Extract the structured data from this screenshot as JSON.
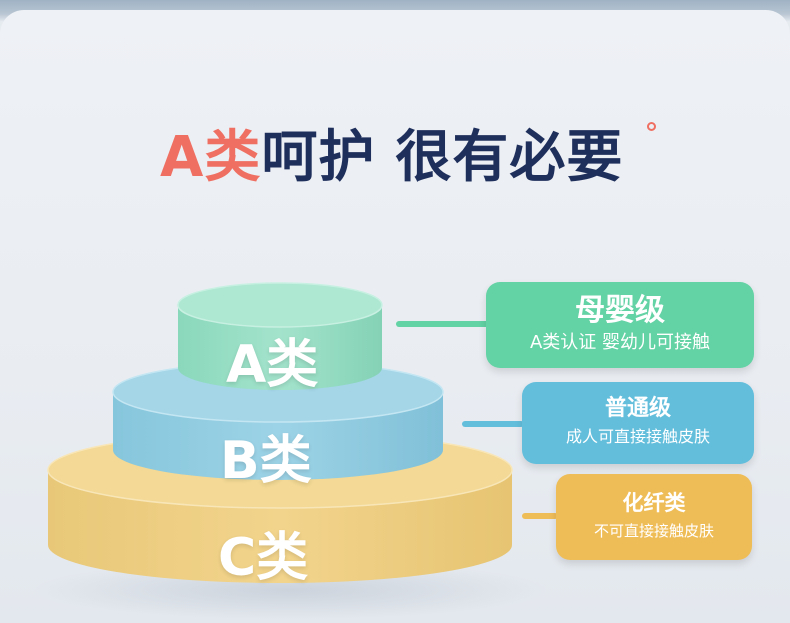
{
  "headline": {
    "accent": "A类",
    "part1": "呵护",
    "part2": "很有必要",
    "degree_mark": "°"
  },
  "tiers": [
    {
      "label": "A类",
      "color": "#8fdcc0"
    },
    {
      "label": "B类",
      "color": "#8fcbe0"
    },
    {
      "label": "C类",
      "color": "#f2cf84"
    }
  ],
  "cards": [
    {
      "title": "母婴级",
      "subtitle": "A类认证 婴幼儿可接触",
      "color": "#63d2a4"
    },
    {
      "title": "普通级",
      "subtitle": "成人可直接接触皮肤",
      "color": "#63bedc"
    },
    {
      "title": "化纤类",
      "subtitle": "不可直接接触皮肤",
      "color": "#efbd58"
    }
  ]
}
